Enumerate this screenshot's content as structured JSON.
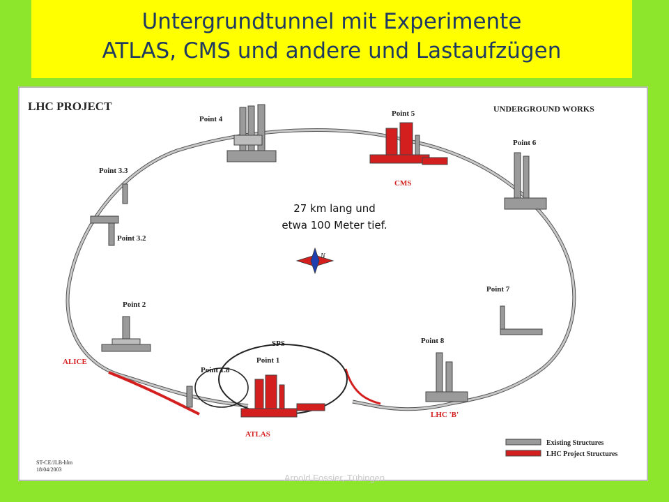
{
  "title": {
    "line1": "Untergrundtunnel mit Experimente",
    "line2": "ATLAS, CMS und andere und Lastaufzügen"
  },
  "diagram": {
    "header_left": "LHC  PROJECT",
    "header_right": "UNDERGROUND WORKS",
    "center_note": {
      "line1": "27 km lang und",
      "line2": "etwa 100 Meter tief."
    },
    "points": {
      "p4": "Point 4",
      "p5": "Point 5",
      "p6": "Point 6",
      "p33": "Point 3.3",
      "p32": "Point 3.2",
      "p7": "Point 7",
      "p2": "Point 2",
      "p8": "Point 8",
      "p1": "Point 1",
      "p18": "Point 1.8"
    },
    "labels": {
      "cms": "CMS",
      "alice": "ALICE",
      "atlas": "ATLAS",
      "lhcb": "LHC 'B'",
      "sps": "SPS",
      "compass": "N"
    },
    "legend": {
      "existing": "Existing Structures",
      "lhc": "LHC Project Structures"
    },
    "ref": {
      "line1": "ST-CE/JLB-hlm",
      "line2": "18/04/2003"
    },
    "colors": {
      "existing": "#9a9a9a",
      "lhc": "#d41f1f",
      "title_bg": "#ffff00",
      "page_bg": "#8ee62c",
      "title_text": "#1f3a60"
    }
  },
  "footer": "Arnold Fossier, Tübingen"
}
